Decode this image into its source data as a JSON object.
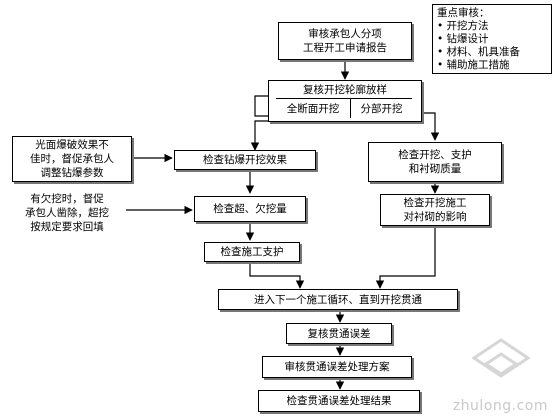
{
  "legend": {
    "title": "重点审核：",
    "items": [
      "开挖方法",
      "钻爆设计",
      "材料、机具准备",
      "辅助施工措施"
    ]
  },
  "nodes": {
    "review_report": "审核承包人分项\n工程开工申请报告",
    "recheck_outline": "复核开挖轮廓放样",
    "full_face": "全断面开挖",
    "partial": "分部开挖",
    "check_blasting": "检查钻爆开挖效果",
    "check_over_under": "检查超、欠挖量",
    "check_support": "检查施工支护",
    "check_excavation_quality": "检查开挖、支护\n和衬砌质量",
    "check_lining_effect": "检查开挖施工\n对衬砌的影响",
    "next_cycle": "进入下一个施工循环、直到开挖贯通",
    "recheck_breakthrough": "复核贯通误差",
    "review_plan": "审核贯通误差处理方案",
    "check_result": "检查贯通误差处理结果"
  },
  "notes": {
    "blast_note": "光面爆破效果不\n佳时，督促承包人\n调整钻爆参数",
    "under_note": "有欠挖时，督促\n承包人凿除，超挖\n按规定要求回填"
  },
  "watermark": "zhulong.com"
}
